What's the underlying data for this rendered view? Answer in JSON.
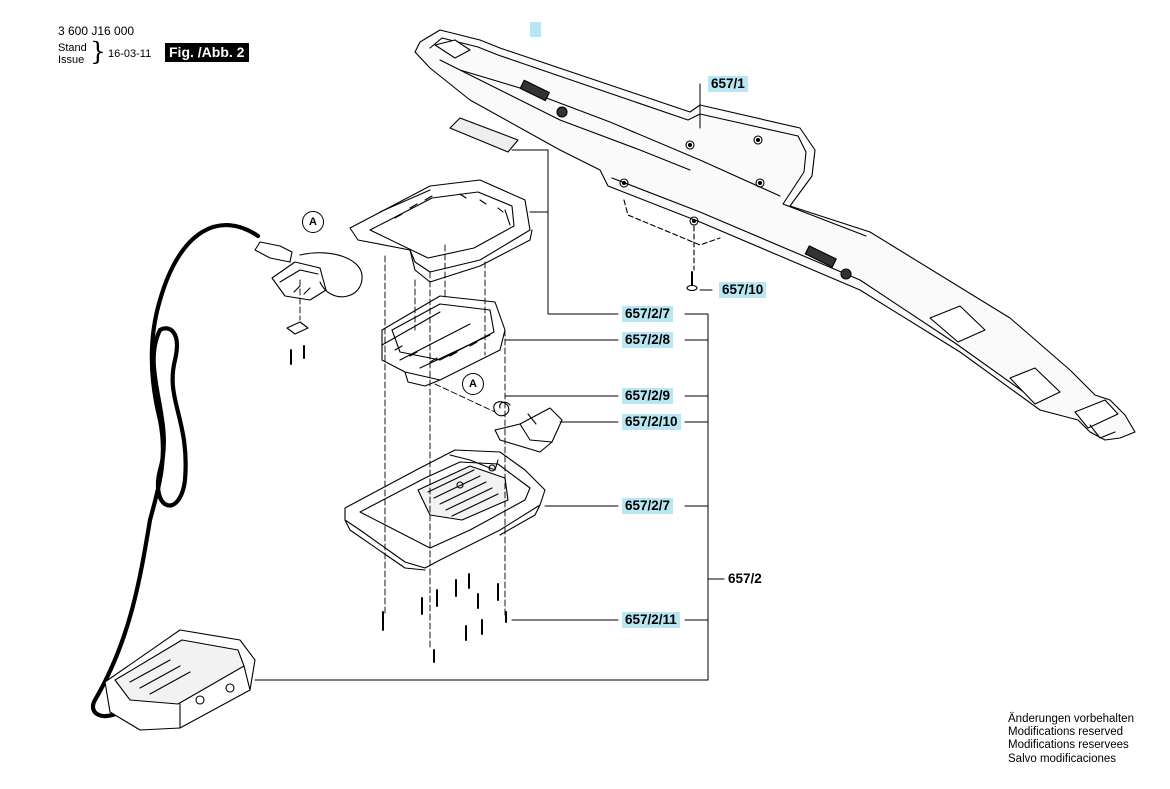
{
  "header": {
    "doc_number": "3 600 J16 000",
    "stand": "Stand",
    "issue": "Issue",
    "date": "16-03-11",
    "figure": "Fig. /Abb. 2"
  },
  "callouts": {
    "a_top": "A",
    "a_mid": "A"
  },
  "parts": {
    "p657_1": "657/1",
    "p657_10": "657/10",
    "p657_2_7_top": "657/2/7",
    "p657_2_8": "657/2/8",
    "p657_2_9": "657/2/9",
    "p657_2_10": "657/2/10",
    "p657_2_7_bottom": "657/2/7",
    "p657_2": "657/2",
    "p657_2_11": "657/2/11"
  },
  "notes": [
    "Änderungen vorbehalten",
    "Modifications reserved",
    "Modifications reservees",
    "Salvo modificaciones"
  ],
  "colors": {
    "label_highlight": "#b9e6f2",
    "figure_tag_bg": "#000000",
    "line": "#000000"
  }
}
